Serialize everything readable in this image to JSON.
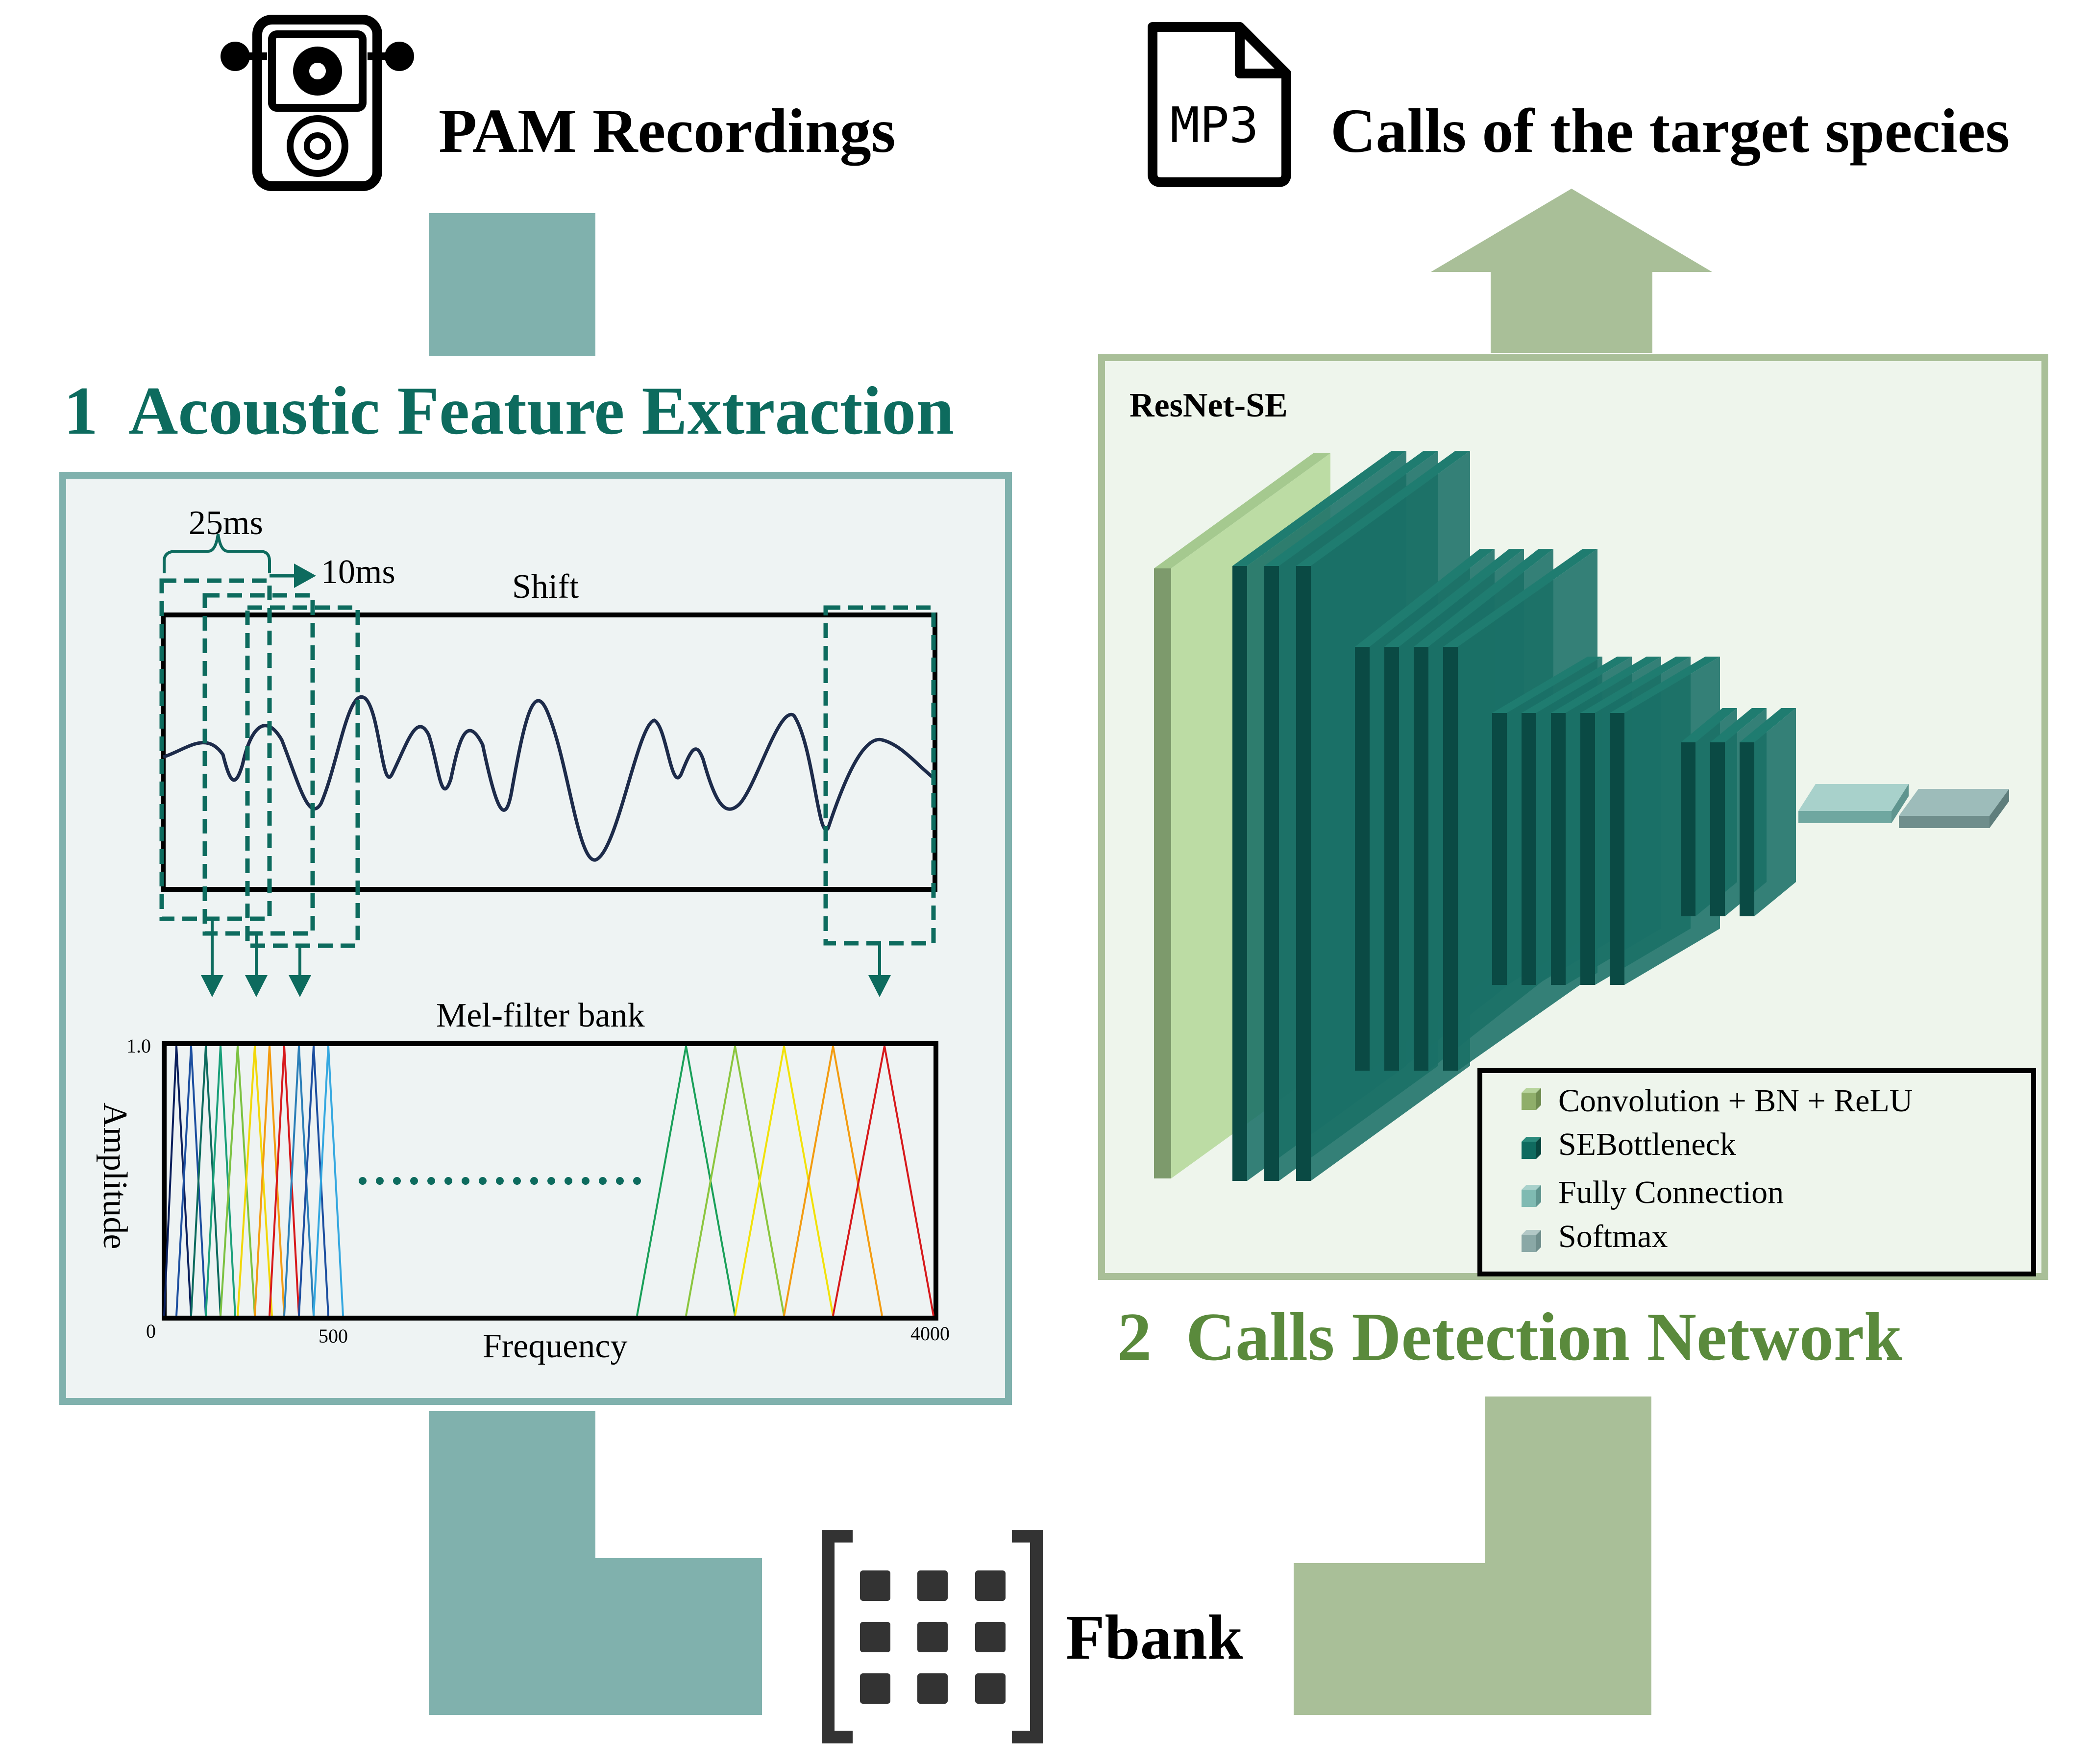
{
  "top": {
    "input_label": "PAM Recordings",
    "output_label": "Calls of the target species",
    "mp3_label": "MP3"
  },
  "feature_extraction": {
    "title": "1  Acoustic Feature Extraction",
    "frame_length": "25ms",
    "frame_shift": "10ms",
    "shift_label": "Shift",
    "filterbank_title": "Mel-filter bank",
    "y_axis_label": "Amplitude",
    "x_axis_label": "Frequency",
    "y_tick_top": "1.0",
    "x_tick_0": "0",
    "x_tick_500": "500",
    "x_tick_4000": "4000"
  },
  "network": {
    "title": "2  Calls Detection Network",
    "model_name": "ResNet-SE",
    "legend": [
      {
        "label": "Convolution + BN + ReLU",
        "color": "#8fae6a"
      },
      {
        "label": "SEBottleneck",
        "color": "#0f6a5f"
      },
      {
        "label": "Fully Connection",
        "color": "#7fbab2"
      },
      {
        "label": "Softmax",
        "color": "#8aa8a6"
      }
    ]
  },
  "fbank": {
    "label": "Fbank"
  },
  "colors": {
    "teal_arrow": "#80b1ad",
    "green_arrow": "#a9bf98",
    "teal_title": "#0d6b5e",
    "green_title": "#5a8a3c",
    "teal_panel_bg": "#eef3f3",
    "green_panel_bg": "#eef5ec"
  }
}
